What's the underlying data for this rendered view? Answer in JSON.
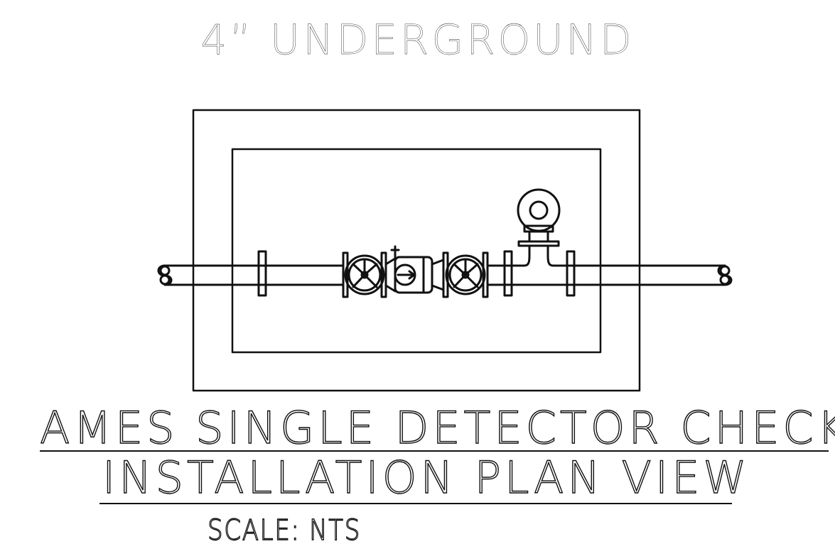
{
  "drawing": {
    "title": "4” UNDERGROUND",
    "caption_line1": "AMES SINGLE DETECTOR CHECK",
    "caption_line2": "INSTALLATION PLAN VIEW",
    "scale_label": "SCALE: NTS"
  },
  "colors": {
    "ink": "#111111",
    "paper": "#ffffff"
  }
}
